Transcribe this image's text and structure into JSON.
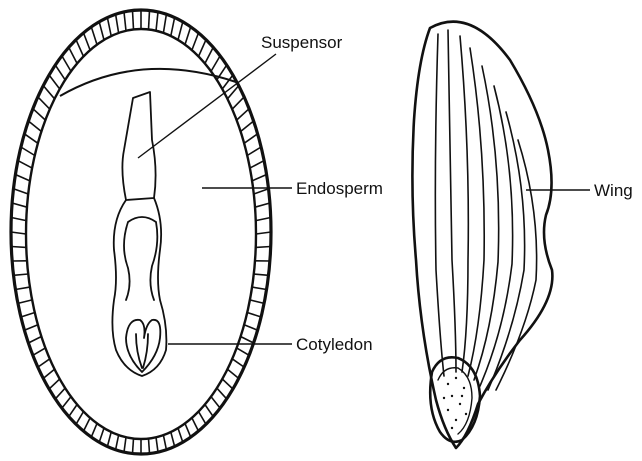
{
  "labels": {
    "suspensor": "Suspensor",
    "endosperm": "Endosperm",
    "cotyledon": "Cotyledon",
    "wing": "Wing"
  },
  "colors": {
    "ink": "#111111",
    "background": "#ffffff"
  }
}
